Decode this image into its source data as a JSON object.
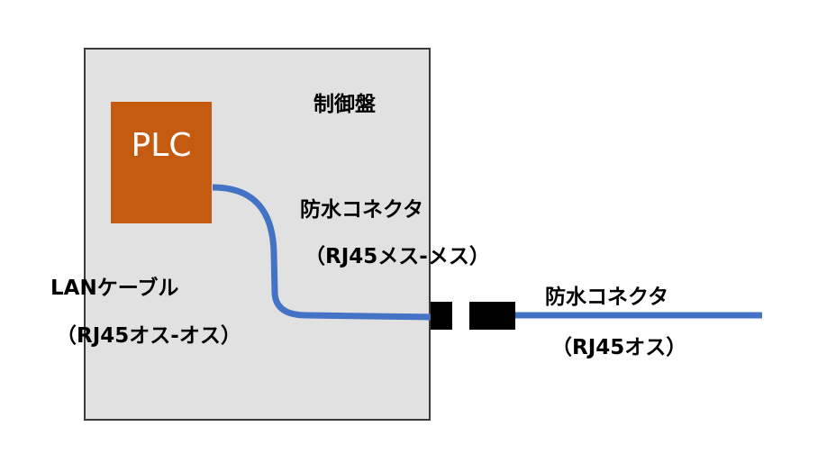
{
  "panel": {
    "title": "制御盤"
  },
  "plc": {
    "label": "PLC",
    "color": "#c55a11"
  },
  "labels": {
    "panel_connector_name": "防水コネクタ",
    "panel_connector_type": "（RJ45メス-メス）",
    "lan_cable_name": "LANケーブル",
    "lan_cable_type": "（RJ45オス-オス）",
    "external_connector_name": "防水コネクタ",
    "external_connector_type": "（RJ45オス）"
  },
  "colors": {
    "cable": "#4472c4",
    "panel_fill": "#e1e1e1",
    "connector": "#000000"
  }
}
